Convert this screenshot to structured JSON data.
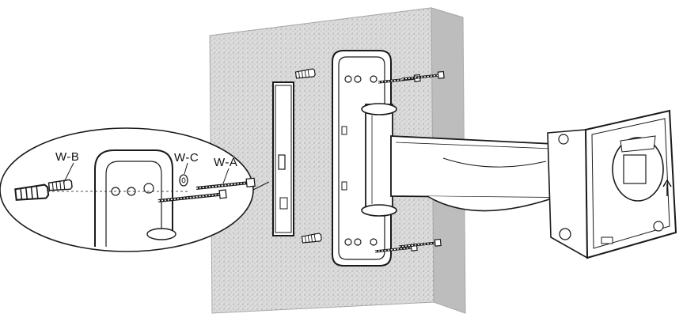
{
  "figure": {
    "callouts": [
      {
        "id": "wb",
        "label": "W-B"
      },
      {
        "id": "wc",
        "label": "W-C"
      },
      {
        "id": "wa",
        "label": "W-A"
      }
    ],
    "colors": {
      "wall": "#d9d9d9",
      "wall_edge": "#a8a8a8",
      "line": "#1a1a1a",
      "background": "#ffffff"
    },
    "icons": [
      "wall-plate-bracket",
      "swing-arm",
      "vesa-mount-head",
      "bubble-level",
      "anchor-plug",
      "lag-bolt",
      "washer",
      "up-arrow"
    ]
  }
}
